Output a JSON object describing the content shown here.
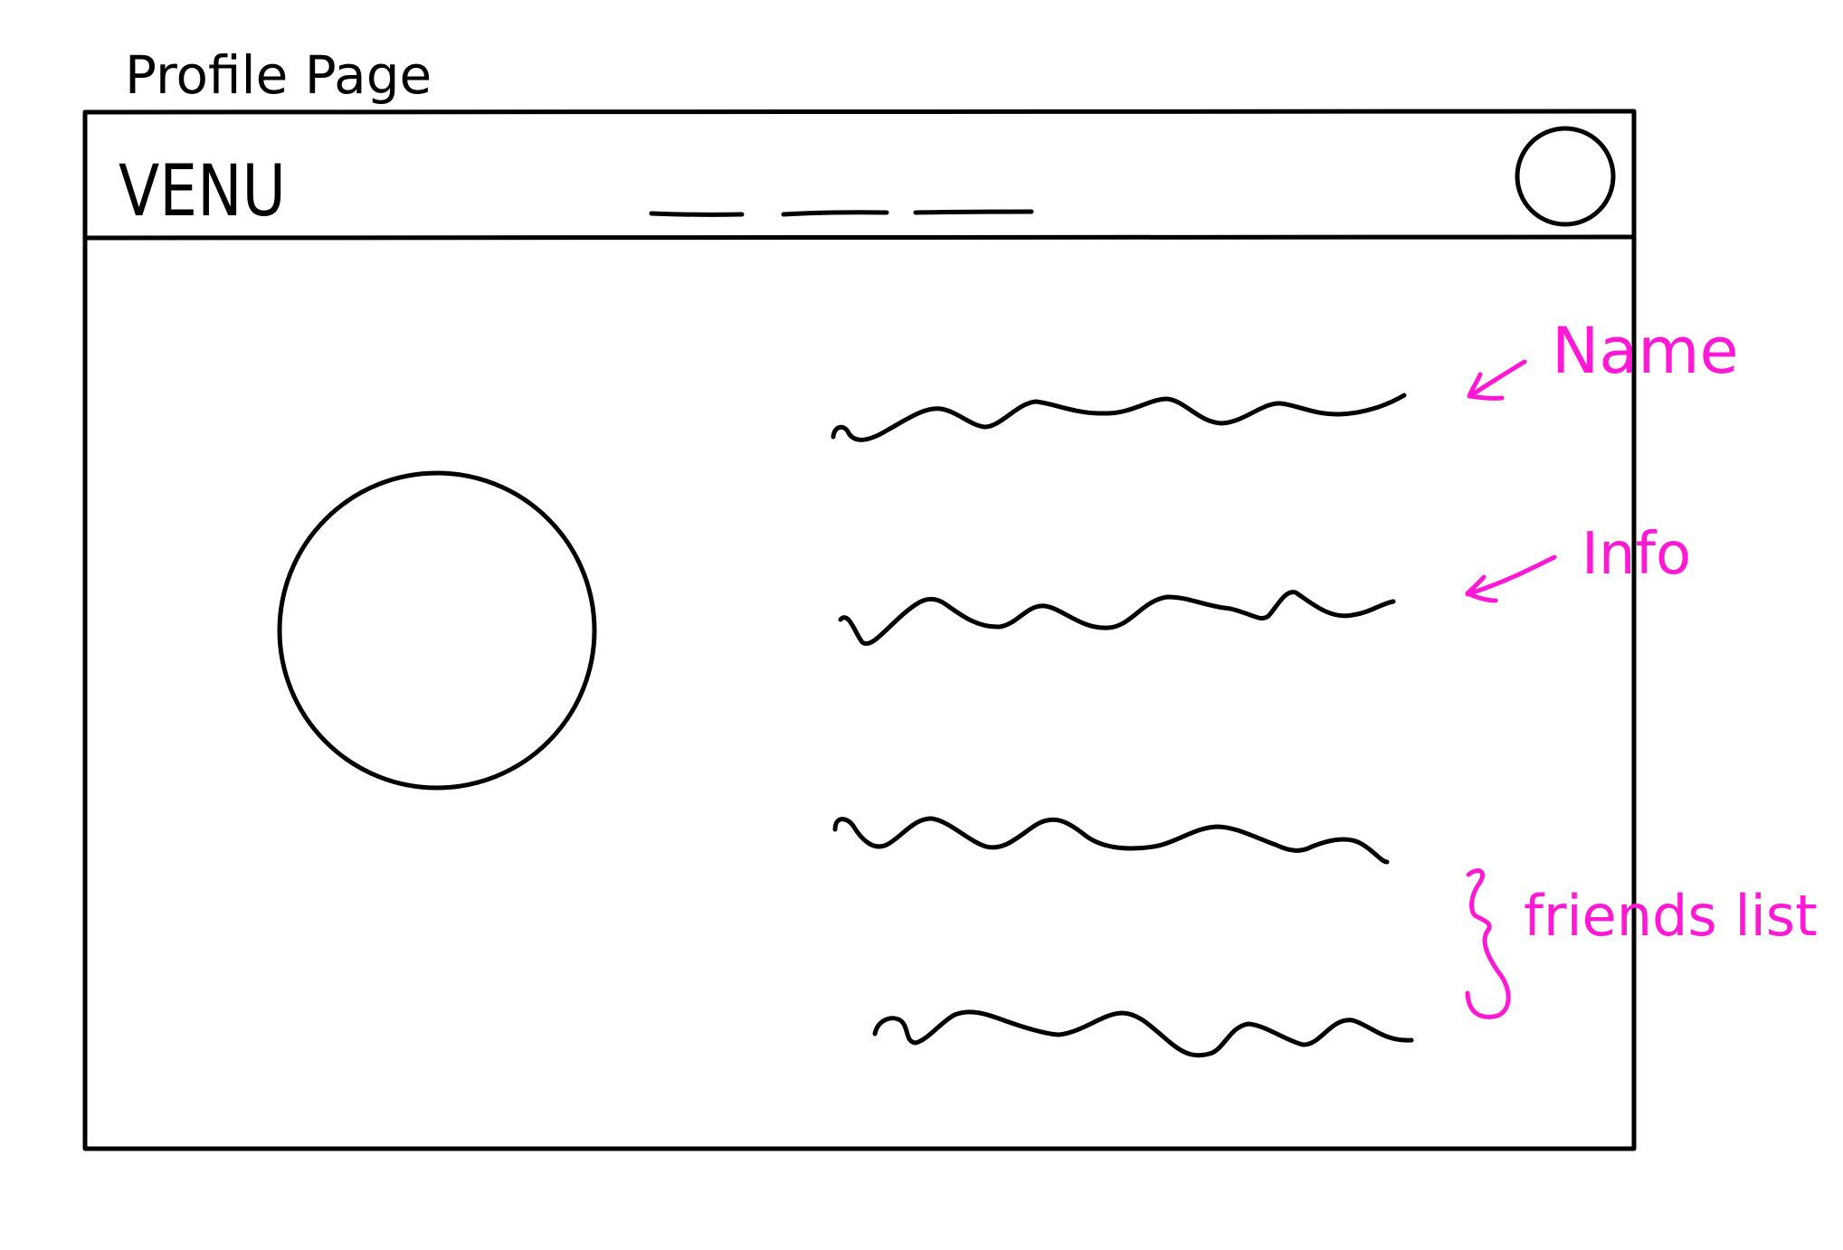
{
  "sketch": {
    "page_title": "Profile Page",
    "app_logo": "VENU",
    "annotations": {
      "name": "Name",
      "info": "Info",
      "friends_list": "friends list"
    },
    "colors": {
      "ink": "#000000",
      "annotation": "#ff19d4",
      "background": "#ffffff"
    },
    "icons": {
      "header_avatar": "avatar-placeholder-circle",
      "profile_picture": "profile-picture-placeholder-circle"
    }
  }
}
